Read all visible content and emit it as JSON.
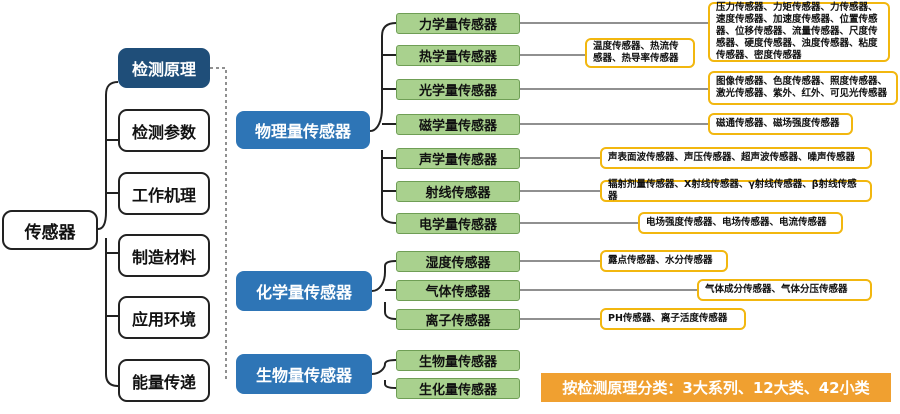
{
  "root": "传感器",
  "dimensions": [
    "检测原理",
    "检测参数",
    "工作机理",
    "制造材料",
    "应用环境",
    "能量传递"
  ],
  "selected_dimension": "检测原理",
  "categories": {
    "physical": {
      "label": "物理量传感器",
      "subs": [
        "力学量传感器",
        "热学量传感器",
        "光学量传感器",
        "磁学量传感器",
        "声学量传感器",
        "射线传感器",
        "电学量传感器"
      ],
      "leaves": [
        "压力传感器、力矩传感器、力传感器、速度传感器、加速度传感器、位置传感器、位移传感器、流量传感器、尺度传感器、硬度传感器、浊度传感器、粘度传感器、密度传感器",
        "温度传感器、热流传感器、热导率传感器",
        "图像传感器、色度传感器、照度传感器、激光传感器、紫外、红外、可见光传感器",
        "磁通传感器、磁场强度传感器",
        "声表面波传感器、声压传感器、超声波传感器、噪声传感器",
        "辐射剂量传感器、X射线传感器、γ射线传感器、β射线传感器",
        "电场强度传感器、电场传感器、电流传感器"
      ]
    },
    "chemical": {
      "label": "化学量传感器",
      "subs": [
        "湿度传感器",
        "气体传感器",
        "离子传感器"
      ],
      "leaves": [
        "露点传感器、水分传感器",
        "气体成分传感器、气体分压传感器",
        "PH传感器、离子活度传感器"
      ]
    },
    "biological": {
      "label": "生物量传感器",
      "subs": [
        "生物量传感器",
        "生化量传感器"
      ]
    }
  },
  "summary": "按检测原理分类：3大系列、12大类、42小类",
  "colors": {
    "category": "#2e75b6",
    "selected_dimension": "#1f4e79",
    "sub_fill": "#a9d18e",
    "leaf_border": "#f2b70f",
    "summary": "#f0a030"
  }
}
